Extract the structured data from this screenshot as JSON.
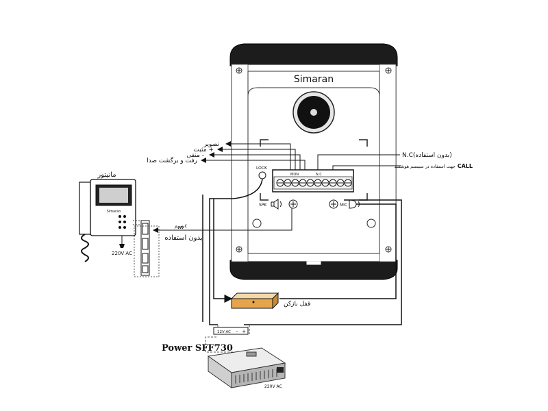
{
  "panel": {
    "brand": "Simaran",
    "lock_label": "LOCK",
    "spk_label": "SPK",
    "mic_label": "MIC",
    "terminal_groups": [
      "MON",
      "N.C"
    ]
  },
  "outputs": {
    "video": "تصویر",
    "positive": "مثبت +",
    "negative": "منفی -",
    "audio": "رفت و برگشت صدا"
  },
  "right_notes": {
    "nc": "N.C(بدون استفاده)",
    "call_prefix": "CALL",
    "call_text": "جهت استفاده در سیستم هوشمند"
  },
  "monitor": {
    "title": "مانیتور",
    "brand": "Simaran",
    "power": "220V AC"
  },
  "cable": {
    "wires": "٤ سیم",
    "unused": "بدون استفاده"
  },
  "lock_device": {
    "label": "قفل بازکن"
  },
  "power_unit": {
    "title": "Power SFF730",
    "terminal_12v": "12V AC",
    "terminal_minus": "-",
    "terminal_plus": "+",
    "ac_label": "220V AC"
  }
}
